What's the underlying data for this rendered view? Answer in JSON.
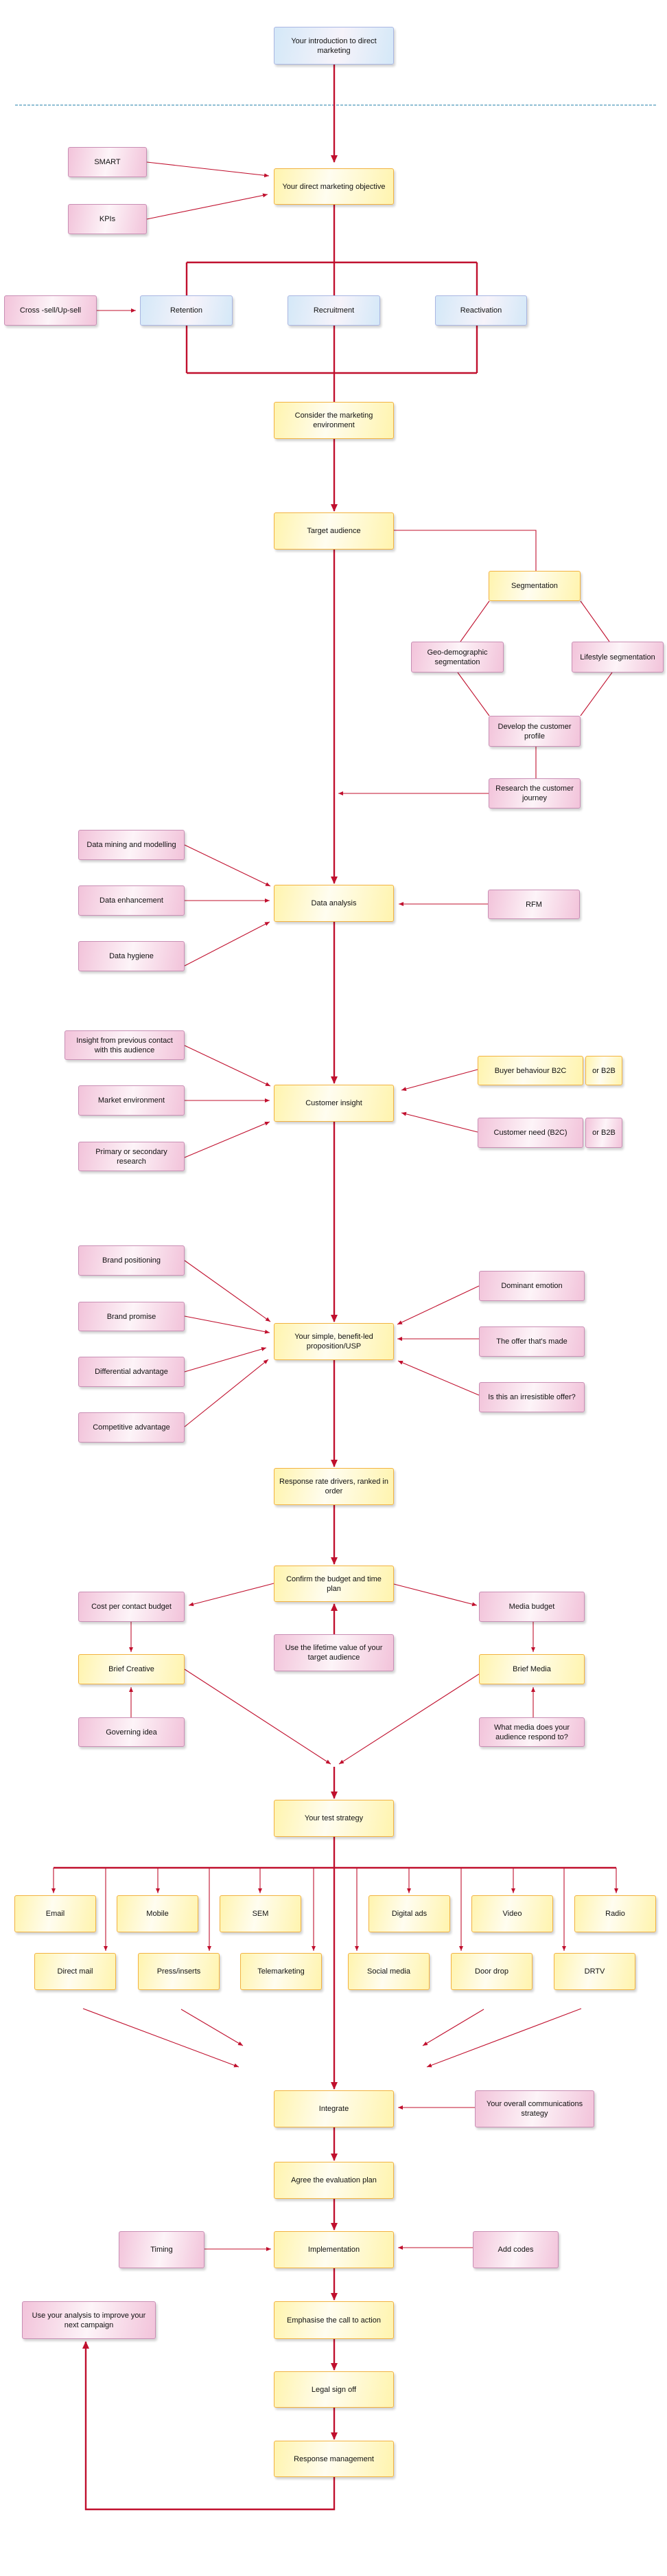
{
  "colors": {
    "line": "#c0102e",
    "divider": "#1f7fa8",
    "yellow": "#fff4ae",
    "pink": "#f2c3da",
    "blue": "#d4e8f8"
  },
  "nodes": {
    "intro": "Your introduction to direct marketing",
    "smart": "SMART",
    "kpis": "KPIs",
    "objective": "Your direct marketing objective",
    "cross_sell": "Cross -sell/Up-sell",
    "retention": "Retention",
    "recruitment": "Recruitment",
    "reactivation": "Reactivation",
    "environment": "Consider the marketing environment",
    "target": "Target audience",
    "segmentation": "Segmentation",
    "geo": "Geo-demographic segmentation",
    "lifestyle": "Lifestyle segmentation",
    "profile": "Develop the customer profile",
    "journey": "Research the customer journey",
    "mining": "Data mining and modelling",
    "enhancement": "Data enhancement",
    "hygiene": "Data hygiene",
    "analysis": "Data analysis",
    "rfm": "RFM",
    "prev_contact": "Insight from previous contact with this audience",
    "market_env": "Market environment",
    "research": "Primary or secondary research",
    "insight": "Customer insight",
    "buyer": "Buyer behaviour B2C",
    "buyer_b2b": "or B2B",
    "need": "Customer need (B2C)",
    "need_b2b": "or B2B",
    "brand_pos": "Brand positioning",
    "brand_promise": "Brand promise",
    "differential": "Differential advantage",
    "competitive": "Competitive advantage",
    "usp": "Your simple, benefit-led proposition/USP",
    "emotion": "Dominant emotion",
    "offer": "The offer that's made",
    "irresistible": "Is this an irresistible offer?",
    "drivers": "Response rate drivers, ranked in order",
    "budget": "Confirm the budget and time plan",
    "cost_contact": "Cost per contact budget",
    "media_budget": "Media budget",
    "lifetime": "Use the lifetime value of your target audience",
    "brief_creative": "Brief Creative",
    "brief_media": "Brief Media",
    "governing": "Governing idea",
    "what_media": "What media does your audience respond to?",
    "test": "Your test strategy",
    "integrate": "Integrate",
    "comms": "Your overall communications strategy",
    "evaluation": "Agree the evaluation plan",
    "implementation": "Implementation",
    "timing": "Timing",
    "codes": "Add codes",
    "improve": "Use your analysis to improve your next campaign",
    "cta": "Emphasise the call to action",
    "legal": "Legal sign off",
    "response": "Response management"
  },
  "channels_top": [
    "Email",
    "Mobile",
    "SEM",
    "Digital ads",
    "Video",
    "Radio"
  ],
  "channels_bottom": [
    "Direct mail",
    "Press/inserts",
    "Telemarketing",
    "Social media",
    "Door drop",
    "DRTV"
  ]
}
